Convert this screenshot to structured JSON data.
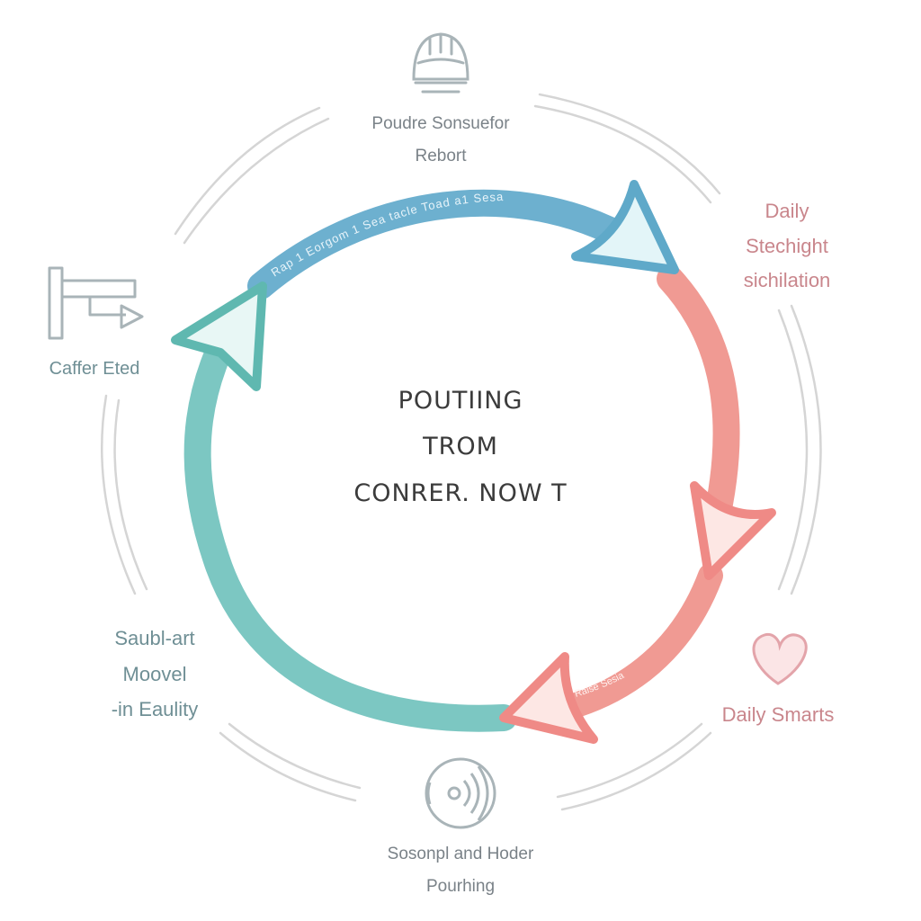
{
  "center_text": [
    "POUTIING",
    "TROM",
    "CONRER. NOW T"
  ],
  "arc_text_top": "Rap 1 Eorgom 1 Sea tacle Toad a1 Sesa",
  "arc_text_right": "Raise Sesia",
  "labels": {
    "top": [
      "Poudre Sonsuefor",
      "Rebort"
    ],
    "right_upper": [
      "Daily",
      "Stechight",
      "sichilation"
    ],
    "right_lower": [
      "Daily Smarts"
    ],
    "bottom": [
      "Sosonpl and Hoder",
      "Pourhing"
    ],
    "left_lower": [
      "Saubl-art",
      "Moovel",
      "-in Eaulity"
    ],
    "left_upper": [
      "Caffer Eted"
    ]
  },
  "icons": [
    "helmet-icon",
    "pipe-icon",
    "heart-icon",
    "sound-wave-icon"
  ],
  "colors": {
    "teal": "#7cc7c2",
    "blue": "#5fa9c9",
    "coral": "#ef8a86",
    "outer_ring": "#d5d5d5",
    "icon_stroke": "#a9b4b8"
  }
}
